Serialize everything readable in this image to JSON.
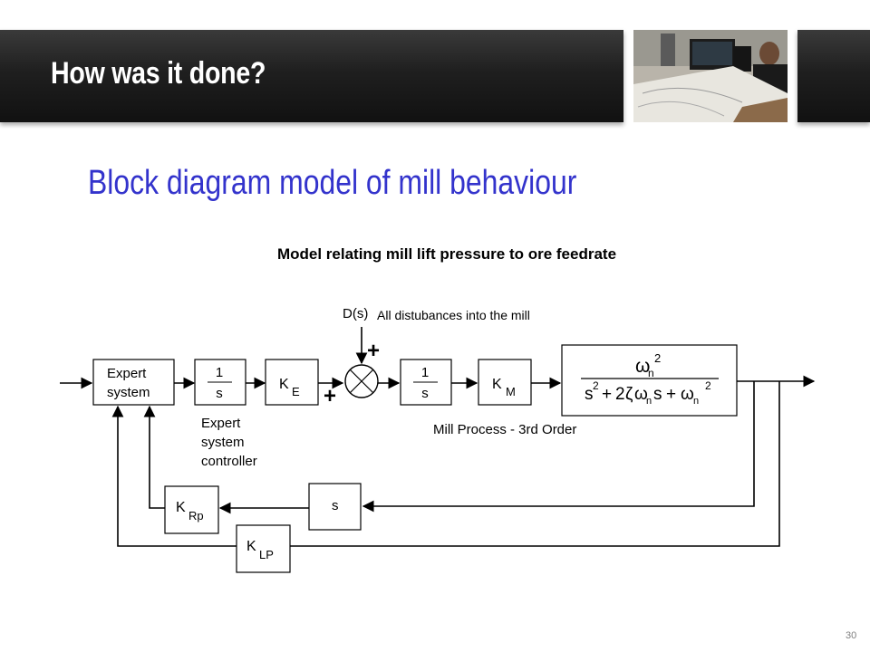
{
  "slide": {
    "title": "How was it done?",
    "subtitle": "Block diagram model of mill behaviour",
    "page_number": "30"
  },
  "diagram": {
    "heading": "Model relating mill lift pressure to ore feedrate",
    "disturbance_label": "D(s)",
    "disturbance_desc": "All distubances into the mill",
    "blocks": {
      "expert_line1": "Expert",
      "expert_line2": "system",
      "integrator_num": "1",
      "integrator_den": "s",
      "ke_main": "K",
      "ke_sub": "E",
      "km_main": "K",
      "km_sub": "M",
      "krp_main": "K",
      "krp_sub": "Rp",
      "klp_main": "K",
      "klp_sub": "LP",
      "deriv": "s"
    },
    "transfer": {
      "omega": "ω",
      "n": "n",
      "two": "2",
      "s": "s",
      "plus": "+",
      "two_coeff": "2",
      "zeta": "ζ"
    },
    "sum_signs": {
      "top": "+",
      "left": "+"
    },
    "labels": {
      "controller_l1": "Expert",
      "controller_l2": "system",
      "controller_l3": "controller",
      "process": "Mill Process - 3rd Order"
    }
  }
}
